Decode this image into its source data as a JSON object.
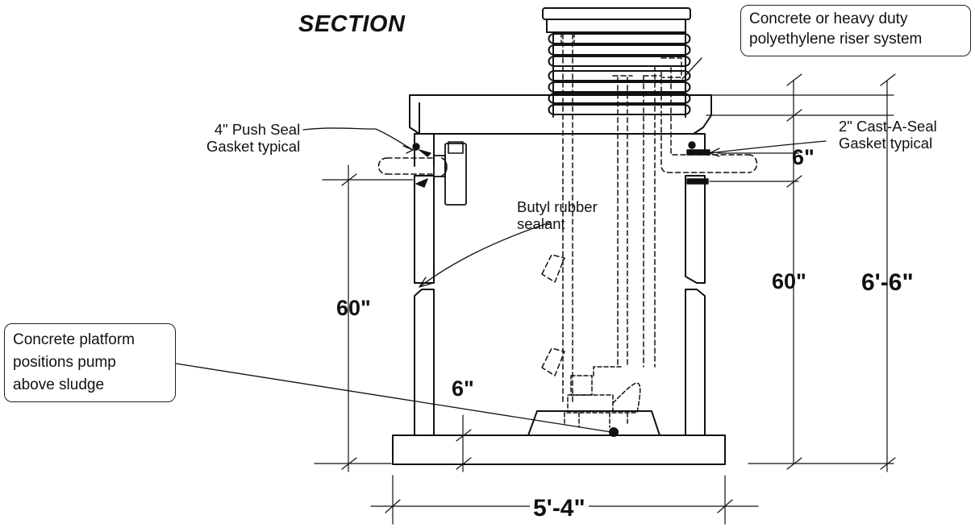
{
  "title": "SECTION",
  "callouts": {
    "riser": [
      "Concrete or heavy duty",
      "polyethylene riser system"
    ],
    "platform": [
      "Concrete platform",
      "positions pump",
      "above sludge"
    ]
  },
  "labels": {
    "push_seal": [
      "4\" Push Seal",
      "Gasket typical"
    ],
    "cast_a_seal": [
      "2\" Cast-A-Seal",
      "Gasket typical"
    ],
    "butyl": [
      "Butyl rubber",
      "sealant"
    ]
  },
  "dimensions": {
    "top_gap": "6\"",
    "left_height": "60\"",
    "right_height": "60\"",
    "overall_height": "6'-6\"",
    "base_thickness": "6\"",
    "width": "5'-4\""
  },
  "colors": {
    "line": "#111111",
    "dashed": "#222222",
    "background": "#ffffff"
  }
}
